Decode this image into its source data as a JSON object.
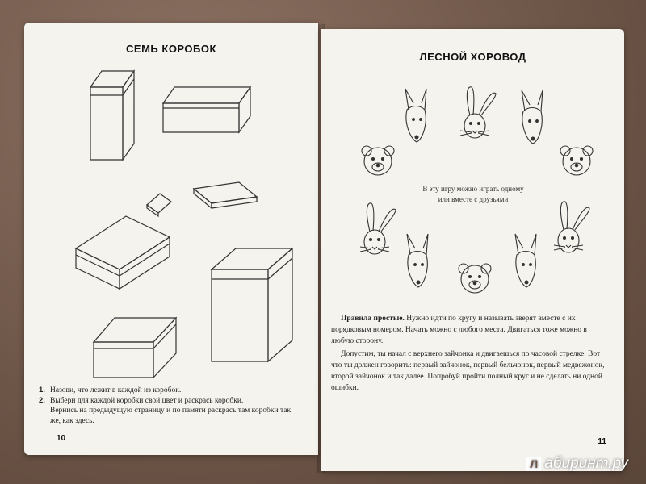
{
  "left_page": {
    "title": "СЕМЬ КОРОБОК",
    "instructions": [
      {
        "num": "1.",
        "text": "Назови, что лежит в каждой из коробок."
      },
      {
        "num": "2.",
        "text": "Выбери для каждой коробки свой цвет и раскрась коробки."
      }
    ],
    "instruction_extra": "Вернись на предыдущую страницу и по памяти раскрась там коробки так же, как здесь.",
    "page_number": "10"
  },
  "right_page": {
    "title": "ЛЕСНОЙ ХОРОВОД",
    "center_note": "В эту игру можно играть одному или вместе с друзьями",
    "rules_bold": "Правила простые.",
    "rules_p1": " Нужно идти по кругу и называть зверят вместе с их порядковым номером. Начать можно с любого места. Двигаться тоже можно в любую сторону.",
    "rules_p2": "Допустим, ты начал с верхнего зайчонка и двигаешься по часовой стрелке. Вот что ты должен говорить: первый зайчонок, первый бельчонок, первый медвежонок, второй зайчонок и так далее. Попробуй пройти полный круг и не сделать ни одной ошибки.",
    "page_number": "11",
    "animals": [
      "squirrel-mask",
      "bunny-mask",
      "squirrel-mask",
      "bear-mask",
      "bear-mask",
      "bunny-mask",
      "bunny-mask",
      "squirrel-mask",
      "bear-mask",
      "squirrel-mask"
    ]
  },
  "watermark": {
    "badge": "Л",
    "text": "абиринт.ру"
  },
  "colors": {
    "paper": "#f4f3ee",
    "ink": "#222222",
    "background": "#6f5749"
  }
}
